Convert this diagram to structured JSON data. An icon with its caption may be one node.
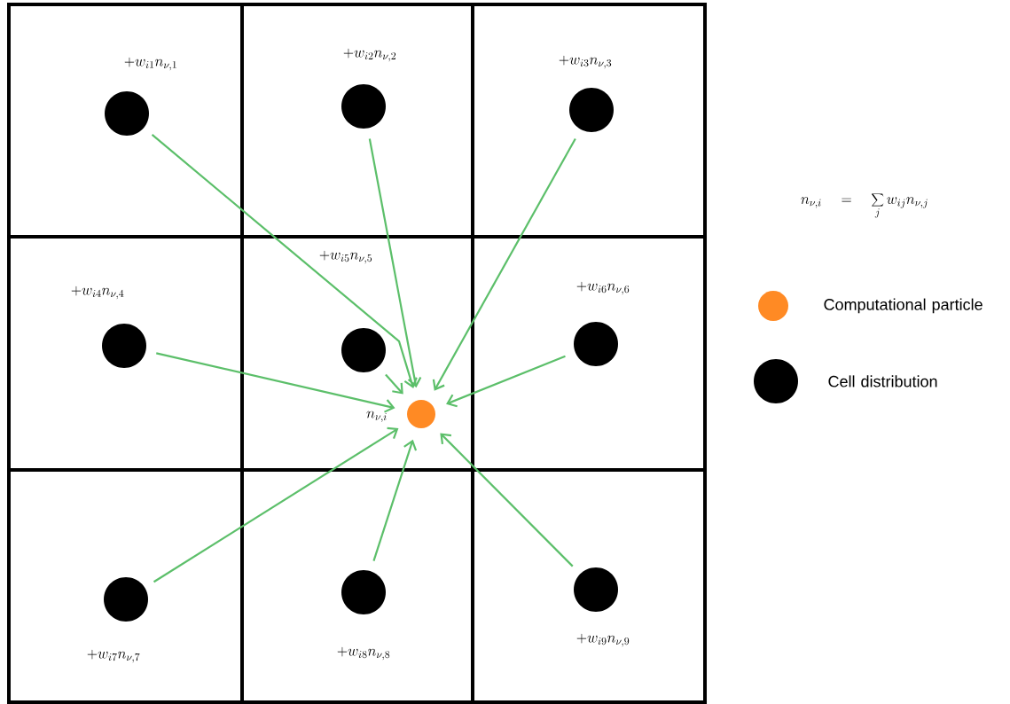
{
  "diagram": {
    "nodes": [
      {
        "text": [],
        "shape": "circle",
        "beside": [
          "+w_{i1}n_{\\nu,1}"
        ]
      },
      {
        "text": [],
        "shape": "circle",
        "beside": [
          "+w_{i2}n_{\\nu,2}"
        ]
      },
      {
        "text": [],
        "shape": "circle",
        "beside": [
          "+w_{i3}n_{\\nu,3}"
        ]
      },
      {
        "text": [],
        "shape": "circle",
        "beside": [
          "+w_{i4}n_{\\nu,4}"
        ]
      },
      {
        "text": [],
        "shape": "circle"
      },
      {
        "text": [],
        "shape": "circle",
        "beside": [
          "+w_{i6}n_{\\nu,6}"
        ]
      },
      {
        "text": [],
        "shape": "circle",
        "beside": [
          "+w_{i7}n_{\\nu,7}"
        ]
      },
      {
        "text": [],
        "shape": "circle",
        "beside": [
          "+w_{i8}n_{\\nu,8}"
        ]
      },
      {
        "text": [],
        "shape": "circle",
        "beside": [
          "+w_{i9}n_{\\nu,9}"
        ]
      },
      {
        "text": [],
        "shape": "circle",
        "beside": [
          "n_{\\nu,i}"
        ]
      }
    ],
    "edges": [
      {
        "from": 0,
        "to": 9,
        "arrow": "to",
        "color": "#5cbf6a"
      },
      {
        "from": 1,
        "to": 9,
        "arrow": "to",
        "color": "#5cbf6a"
      },
      {
        "from": 2,
        "to": 9,
        "arrow": "to",
        "color": "#5cbf6a"
      },
      {
        "from": 3,
        "to": 9,
        "arrow": "to",
        "color": "#5cbf6a"
      },
      {
        "from": 4,
        "to": 9,
        "arrow": "to",
        "color": "#5cbf6a"
      },
      {
        "from": 5,
        "to": 9,
        "arrow": "to",
        "color": "#5cbf6a"
      },
      {
        "from": 6,
        "to": 9,
        "arrow": "to",
        "color": "#5cbf6a"
      },
      {
        "from": 7,
        "to": 9,
        "arrow": "to",
        "color": "#5cbf6a"
      },
      {
        "from": 8,
        "to": 9,
        "arrow": "to",
        "color": "#5cbf6a"
      }
    ],
    "labels": [
      "+w_{i5}n_{\\nu,5}",
      "n_{\\nu,i} \\quad = \\quad \\sum_{j} w_{ij}n_{\\nu,j}"
    ],
    "legend": [
      {
        "text": "Computational particle",
        "color": "#ff8a24"
      },
      {
        "text": "Cell distribution",
        "color": "#000000"
      }
    ]
  }
}
